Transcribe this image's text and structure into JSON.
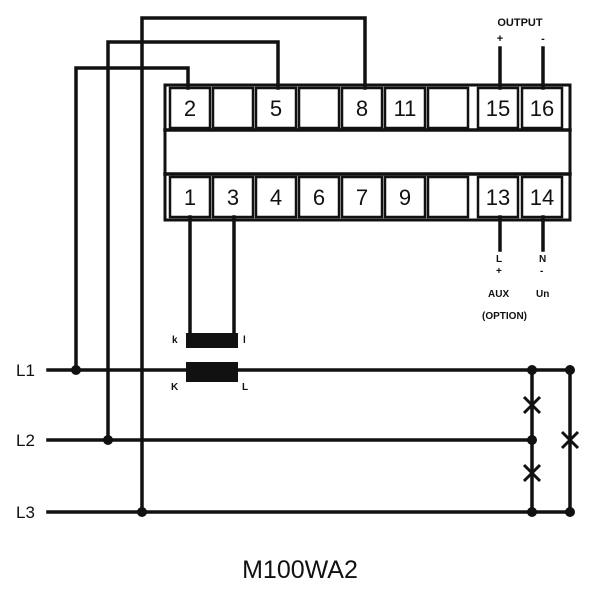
{
  "model": "M100WA2",
  "output": {
    "label": "OUTPUT",
    "plus": "+",
    "minus": "-"
  },
  "top_terminals": [
    "2",
    "",
    "5",
    "",
    "8",
    "11",
    "",
    "15",
    "16"
  ],
  "bottom_terminals": [
    "1",
    "3",
    "4",
    "6",
    "7",
    "9",
    "",
    "13",
    "14"
  ],
  "aux": {
    "l": "L",
    "plus": "+",
    "n": "N",
    "minus": "-",
    "aux_label": "AUX",
    "un_label": "Un",
    "option_label": "(OPTION)"
  },
  "lines": {
    "l1": "L1",
    "l2": "L2",
    "l3": "L3"
  },
  "ct": {
    "k_top": "k",
    "l_top": "l",
    "k_bottom": "K",
    "l_bottom": "L"
  }
}
